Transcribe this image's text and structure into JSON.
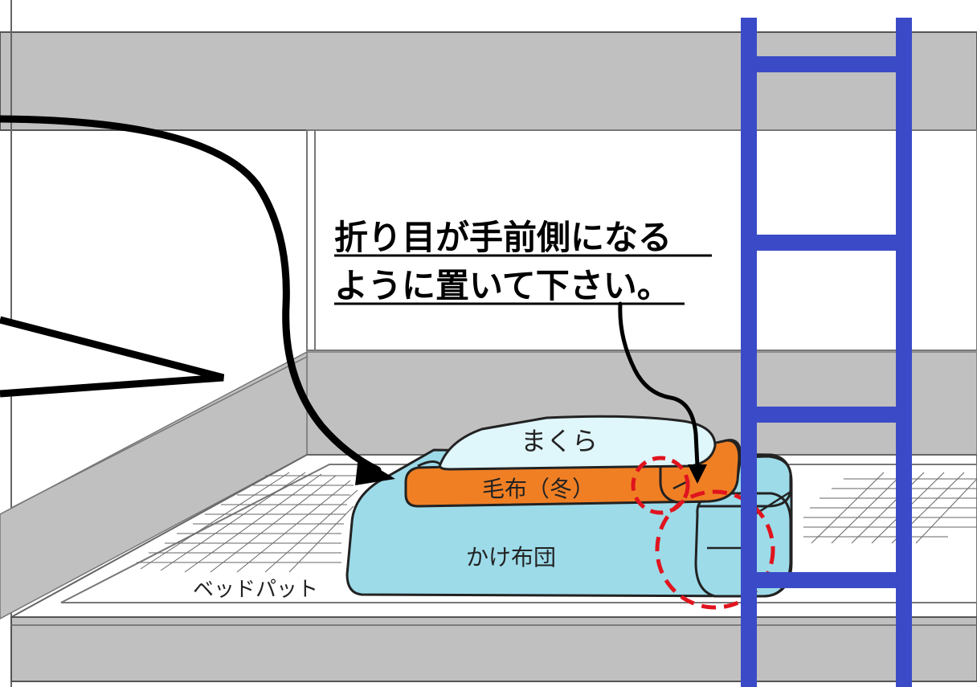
{
  "labels": {
    "pillow": "まくら",
    "blanket": "毛布（冬）",
    "comforter": "かけ布団",
    "bed_pad": "ベッドパット"
  },
  "instruction": {
    "line1": "折り目が手前側になる",
    "line2": "ように置いて下さい。"
  },
  "colors": {
    "frame_gray": "#c0c0c0",
    "ladder_blue": "#3b4bc8",
    "pillow_fill": "#dff6fa",
    "blanket_fill": "#f07f24",
    "comforter_fill": "#9ddbe9",
    "highlight_red": "#e0141e"
  }
}
